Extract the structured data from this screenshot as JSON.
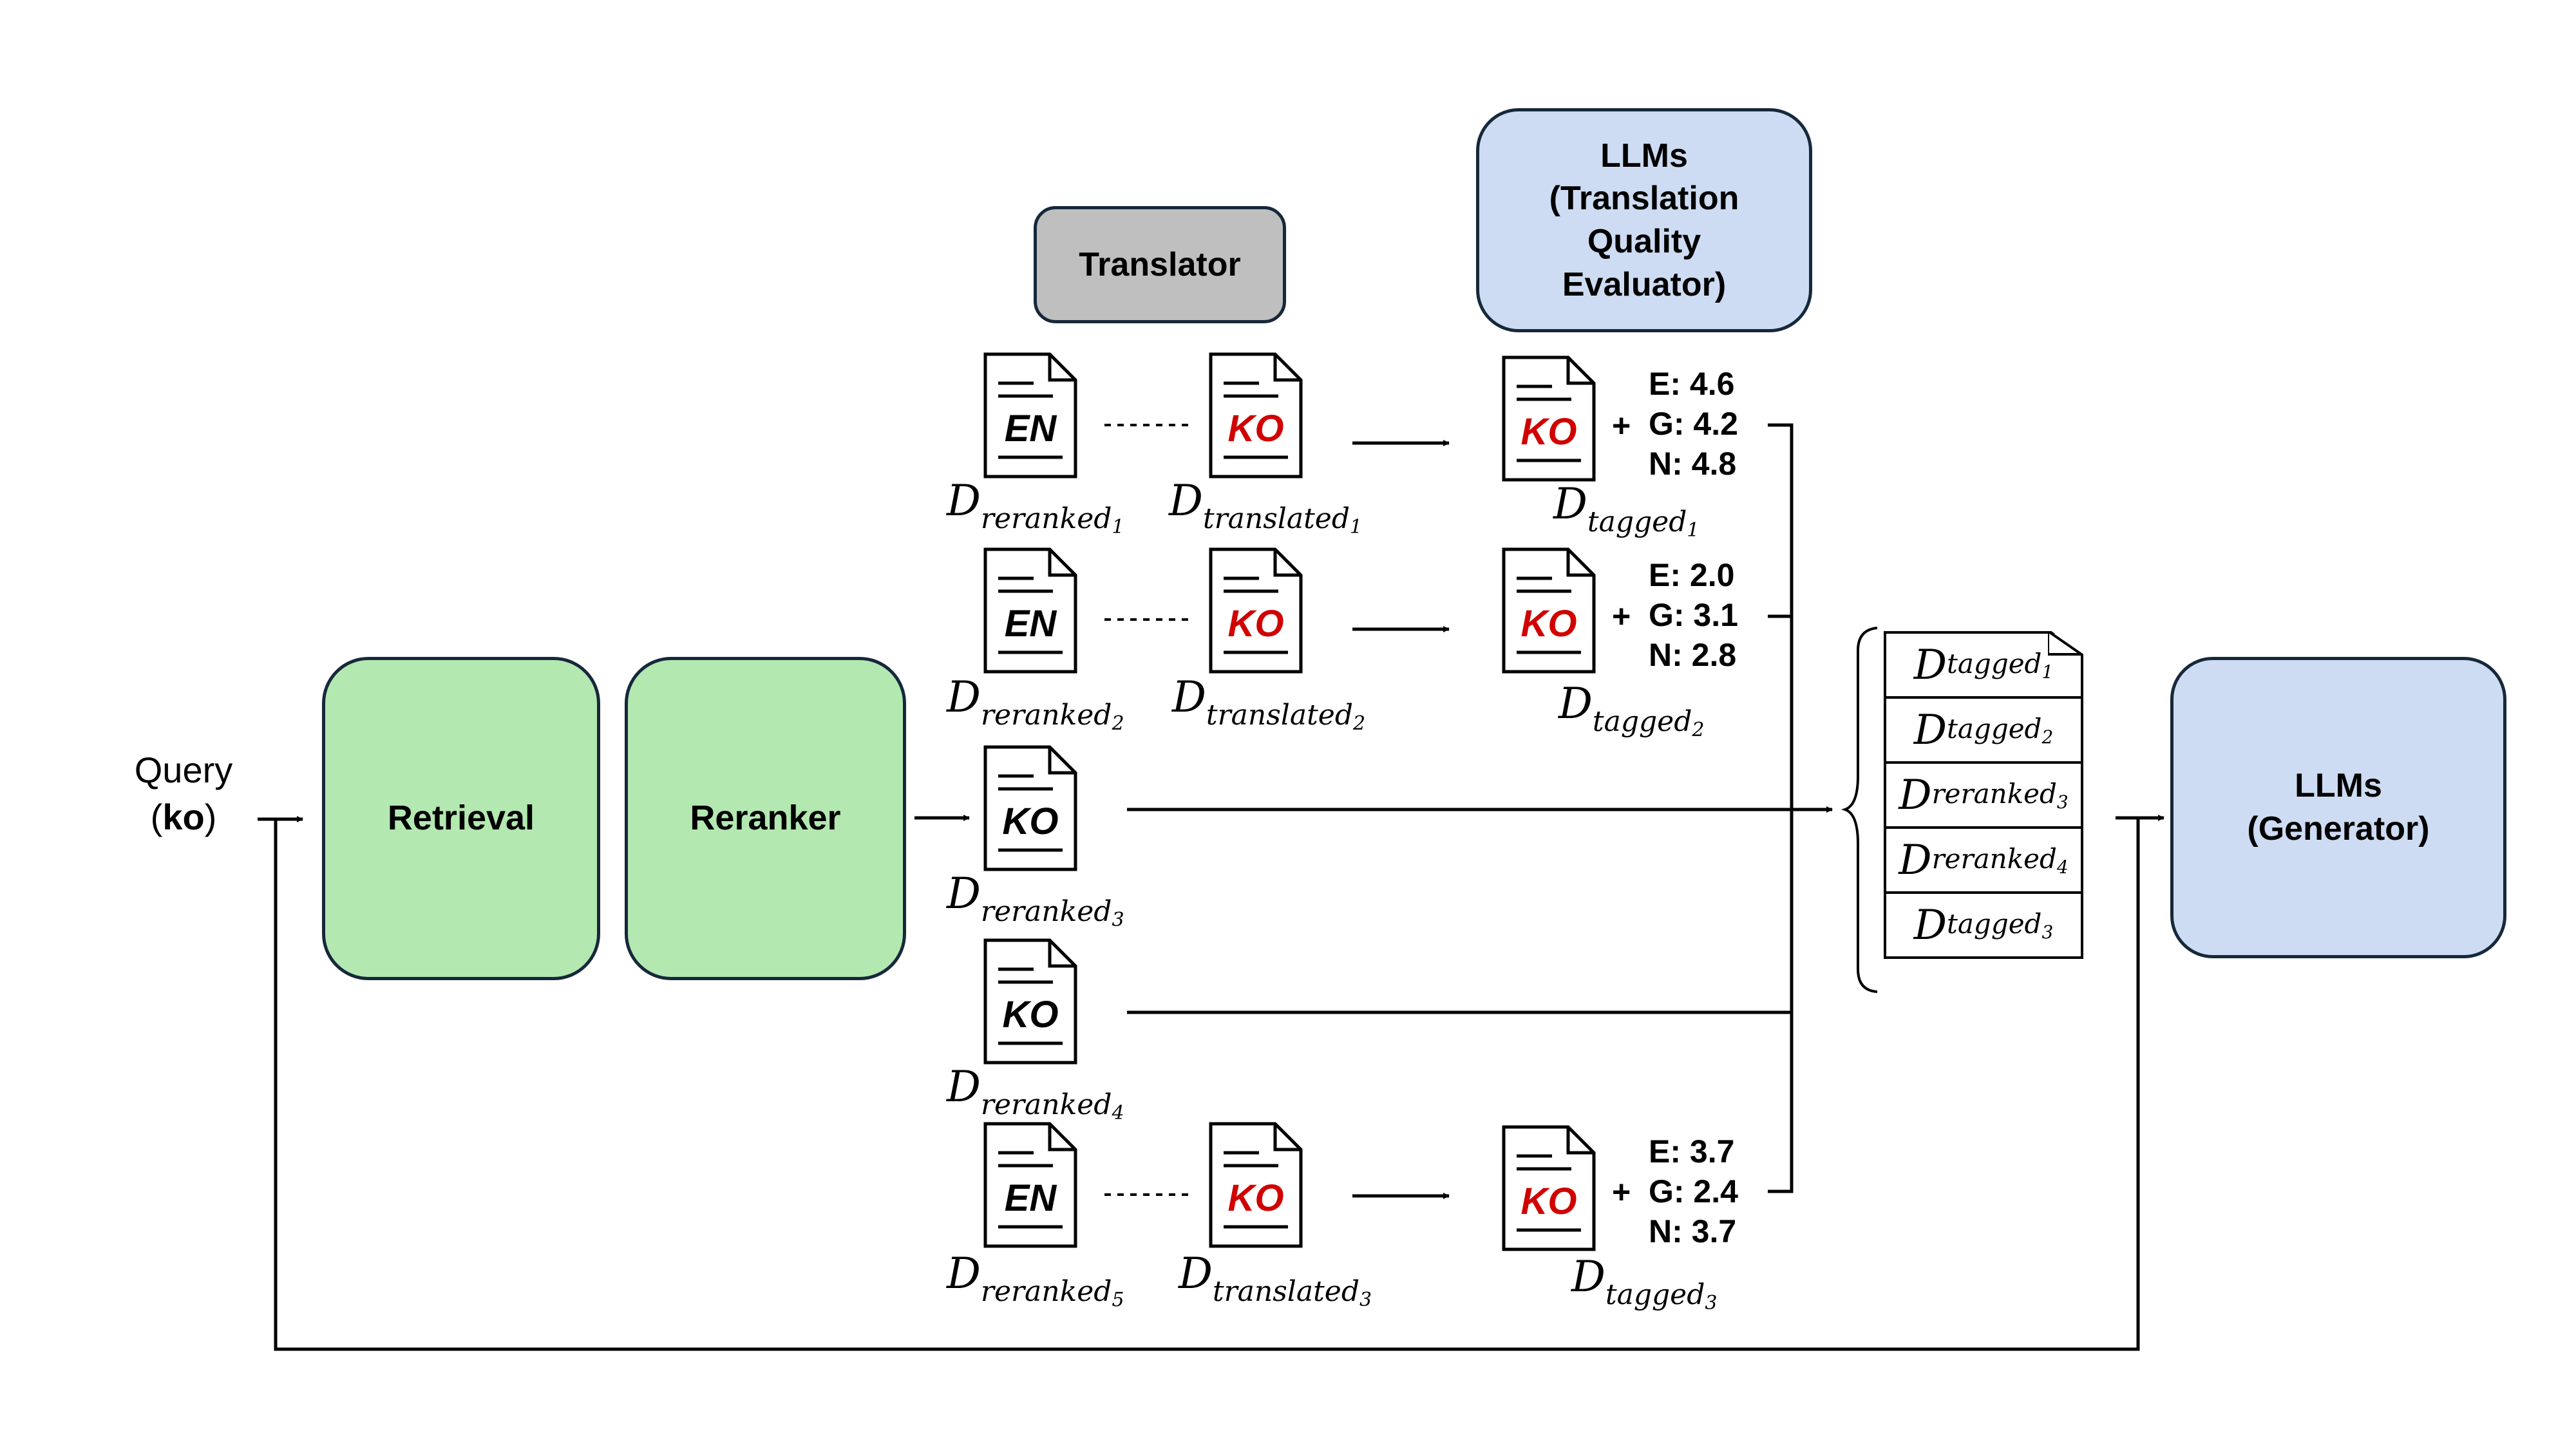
{
  "query": {
    "label": "Query",
    "lang": "ko"
  },
  "boxes": {
    "retrieval": "Retrieval",
    "reranker": "Reranker",
    "translator": "Translator",
    "evaluator": "LLMs\n(Translation\nQuality\nEvaluator)",
    "generator": "LLMs\n(Generator)"
  },
  "doc_labels": {
    "en": "EN",
    "ko": "KO"
  },
  "docs": [
    {
      "id": "reranked1",
      "lang": "EN",
      "base": "D",
      "sub": "reranked",
      "index": "1"
    },
    {
      "id": "reranked2",
      "lang": "EN",
      "base": "D",
      "sub": "reranked",
      "index": "2"
    },
    {
      "id": "reranked3",
      "lang": "KO",
      "base": "D",
      "sub": "reranked",
      "index": "3"
    },
    {
      "id": "reranked4",
      "lang": "KO",
      "base": "D",
      "sub": "reranked",
      "index": "4"
    },
    {
      "id": "reranked5",
      "lang": "EN",
      "base": "D",
      "sub": "reranked",
      "index": "5"
    },
    {
      "id": "translated1",
      "lang": "KO",
      "base": "D",
      "sub": "translated",
      "index": "1"
    },
    {
      "id": "translated2",
      "lang": "KO",
      "base": "D",
      "sub": "translated",
      "index": "2"
    },
    {
      "id": "translated3",
      "lang": "KO",
      "base": "D",
      "sub": "translated",
      "index": "3"
    },
    {
      "id": "tagged1",
      "lang": "KO",
      "base": "D",
      "sub": "tagged",
      "index": "1"
    },
    {
      "id": "tagged2",
      "lang": "KO",
      "base": "D",
      "sub": "tagged",
      "index": "2"
    },
    {
      "id": "tagged3",
      "lang": "KO",
      "base": "D",
      "sub": "tagged",
      "index": "3"
    }
  ],
  "scores": [
    {
      "plus": "+",
      "lines": [
        "E: 4.6",
        "G: 4.2",
        "N: 4.8"
      ]
    },
    {
      "plus": "+",
      "lines": [
        "E: 2.0",
        "G: 3.1",
        "N: 2.8"
      ]
    },
    {
      "plus": "+",
      "lines": [
        "E: 3.7",
        "G: 2.4",
        "N: 3.7"
      ]
    }
  ],
  "stack": [
    {
      "base": "D",
      "sub": "tagged",
      "index": "1"
    },
    {
      "base": "D",
      "sub": "tagged",
      "index": "2"
    },
    {
      "base": "D",
      "sub": "reranked",
      "index": "3"
    },
    {
      "base": "D",
      "sub": "reranked",
      "index": "4"
    },
    {
      "base": "D",
      "sub": "tagged",
      "index": "3"
    }
  ],
  "colors": {
    "retrieval_fill": "#b3e8b1",
    "llm_fill": "#cddcf2",
    "translator_fill": "#bfbfbf",
    "border": "#16283a",
    "ko_translated_text": "#d00000"
  }
}
